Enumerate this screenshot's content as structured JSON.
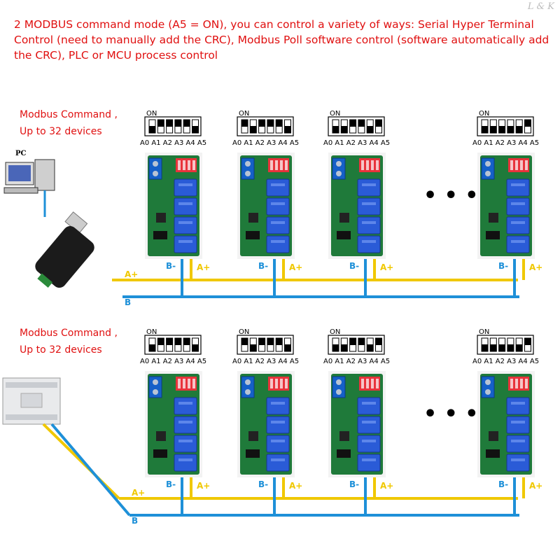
{
  "watermark": "L & K",
  "heading": "2 MODBUS command mode (A5 = ON), you can control a variety of ways: Serial Hyper Terminal Control (need to manually add the CRC), Modbus Poll software control (software automatically add the CRC), PLC or MCU process control",
  "colors": {
    "heading": "#e01010",
    "wire_a_plus": "#f0c800",
    "wire_b_minus": "#1e90d8",
    "pcb": "#1f7a3a",
    "relay": "#2a5bd7"
  },
  "groups": [
    {
      "command_label": [
        "Modbus Command ,",
        "Up to 32 devices"
      ],
      "source_device": "pc-with-usb-adapter",
      "source_label": "PC",
      "dip_on_label": "ON",
      "dip_pin_labels": "A0 A1 A2 A3 A4 A5",
      "boards": [
        {
          "dip": [
            0,
            1,
            1,
            1,
            1,
            0
          ]
        },
        {
          "dip": [
            1,
            0,
            1,
            1,
            1,
            0
          ]
        },
        {
          "dip": [
            0,
            0,
            1,
            1,
            0,
            1
          ]
        },
        {
          "dip": [
            0,
            0,
            0,
            0,
            0,
            1
          ]
        }
      ],
      "ellipsis": "• • •",
      "bus_labels": {
        "b_minus": "B-",
        "a_plus": "A+",
        "trunk_a": "A+",
        "trunk_b": "B"
      }
    },
    {
      "command_label": [
        "Modbus Command ,",
        "Up to 32 devices"
      ],
      "source_device": "plc",
      "dip_on_label": "ON",
      "dip_pin_labels": "A0 A1 A2 A3 A4 A5",
      "boards": [
        {
          "dip": [
            0,
            1,
            1,
            1,
            1,
            0
          ]
        },
        {
          "dip": [
            1,
            0,
            1,
            1,
            1,
            0
          ]
        },
        {
          "dip": [
            0,
            0,
            1,
            1,
            0,
            1
          ]
        },
        {
          "dip": [
            0,
            0,
            0,
            0,
            0,
            1
          ]
        }
      ],
      "ellipsis": "• • •",
      "bus_labels": {
        "b_minus": "B-",
        "a_plus": "A+",
        "trunk_a": "A+",
        "trunk_b": "B"
      }
    }
  ]
}
